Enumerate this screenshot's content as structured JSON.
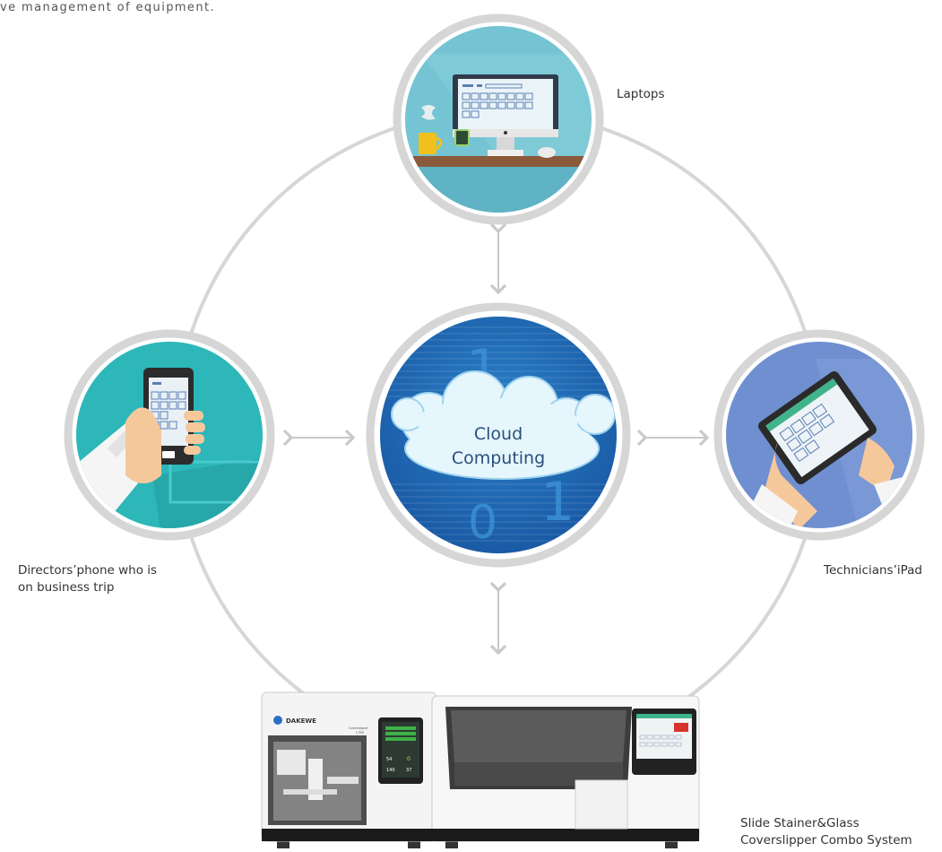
{
  "header": {
    "caption": "ve management of equipment."
  },
  "center": {
    "line1": "Cloud",
    "line2": "Computing",
    "digit_top": "1",
    "digit_bottom": "0",
    "digit_right": "1"
  },
  "nodes": {
    "laptops": "Laptops",
    "phone_line1": "Directors’phone who is",
    "phone_line2": "on business trip",
    "ipad": "Technicians’iPad",
    "machine_line1": "Slide Stainer&Glass",
    "machine_line2": "Coverslipper Combo System"
  },
  "machine": {
    "brand": "DAKEWE",
    "model_line1": "Coverslipper",
    "model_line2": "C300",
    "screen_value1": "54",
    "screen_value2": "0",
    "screen_value3": "140",
    "screen_value4": "37"
  },
  "colors": {
    "ring": "#d6d6d6",
    "center_blue": "#1f63ad",
    "laptop_bg": "#74c4d3",
    "phone_bg": "#2db7b9",
    "ipad_bg": "#6f8fd0",
    "arrow": "#c9c9c9"
  }
}
